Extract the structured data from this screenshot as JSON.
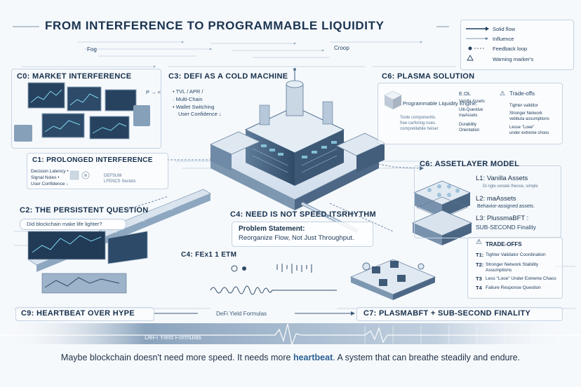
{
  "title": "FROM INTERFERENCE TO PROGRAMMABLE LIQUIDITY",
  "top_labels": {
    "fog": "Fog",
    "croop": "Croop"
  },
  "legend": [
    {
      "symbol": "arrow-solid-icon",
      "label": "Solid flow"
    },
    {
      "symbol": "arrow-thin-icon",
      "label": "Influence"
    },
    {
      "symbol": "loop-dot-icon",
      "label": "Feedback loop"
    },
    {
      "symbol": "warning-triangle-icon",
      "label": "Warning marker's"
    }
  ],
  "c0": {
    "title": "C0: MARKET INTERFERENCE"
  },
  "c1": {
    "title": "C1: PROLONGED INTERFERENCE",
    "items": [
      "Decision Latency •",
      "Signal Noies •",
      "User Confidence ↓"
    ],
    "side": [
      "DEFSUM",
      "LFENCS Sectets"
    ]
  },
  "c2": {
    "title": "C2: THE PERSISTENT QUESTION",
    "question": "Did blockchain make life lighter?"
  },
  "c3": {
    "title": "C3: DEFI AS A COLD MACHINE",
    "items": [
      "• TVL / APR /",
      "· Multi-Chain",
      "• Wallet Switching",
      "User Confidence ↓"
    ],
    "side": "P → <"
  },
  "c4": {
    "title": "C4: NEED IS NOT SPEED.ITSRHYTHM",
    "ps_label": "Problem Statement:",
    "ps_text": "Reorganize Flow, Not Just Throughput."
  },
  "c4b": {
    "title": "C4: FEx1 1 ETM"
  },
  "c6a": {
    "title": "C6: PLASMA SOLUTION",
    "engine_label": "Programmable Liquidity Engine:",
    "engine_sub": [
      "Toole componentis.",
      "free carforing noes.",
      "comprelilabile heiser"
    ],
    "mid": [
      "E.OL",
      "Vanilla Assets",
      "Uiti-Questive",
      "maAssets",
      "Durability",
      "Orientation"
    ],
    "tradeoffs_title": "Trade-offs",
    "tradeoffs": [
      "Tighter validitor",
      "Stronger Network",
      "vebbuta assumptions",
      "Lesse \"Loee\"",
      "under extreme choos"
    ]
  },
  "c6b": {
    "title": "C6: ASSETLAYER MODEL",
    "l1": "L1: Vanilla Assets",
    "l1_sub": "Di ngle cenate theose, simple",
    "l2": "L2: maAssets",
    "l2_sub": "Behavior-assigned assets.",
    "l3": "L3: PlussmaBFT :",
    "l3_sub": "SUB-SECOND Finality"
  },
  "tradeoffs": {
    "title": "TRADE-OFFS",
    "items": [
      {
        "k": "T1:",
        "v": "Tighter Validator Coordination"
      },
      {
        "k": "T2:",
        "v": "Stronger Network Stability"
      },
      {
        "k": "",
        "v": "Assumptions"
      },
      {
        "k": "T3",
        "v": "Less \"Looe\" Under Extreme Chaos"
      },
      {
        "k": "T4",
        "v": "Failure Response Question"
      }
    ]
  },
  "c9": {
    "title": "C9: HEARTBEAT OVER HYPE"
  },
  "c7": {
    "title": "C7: PLASMABFT + SUB-SECOND FINALITY"
  },
  "defi_formulas_top": "DeFi Yield Formulas",
  "defi_formulas_bottom": "DeFi Yield Formulas",
  "footer": {
    "pre": "Maybe blockchain doesn't need more speed. It needs more ",
    "highlight": "heartbeat",
    "post": ". A system that can breathe steadily and endure."
  },
  "colors": {
    "ink": "#16304c",
    "accent": "#2b5f93",
    "line": "#9fb6cd",
    "panel": "#dbe6f1"
  }
}
